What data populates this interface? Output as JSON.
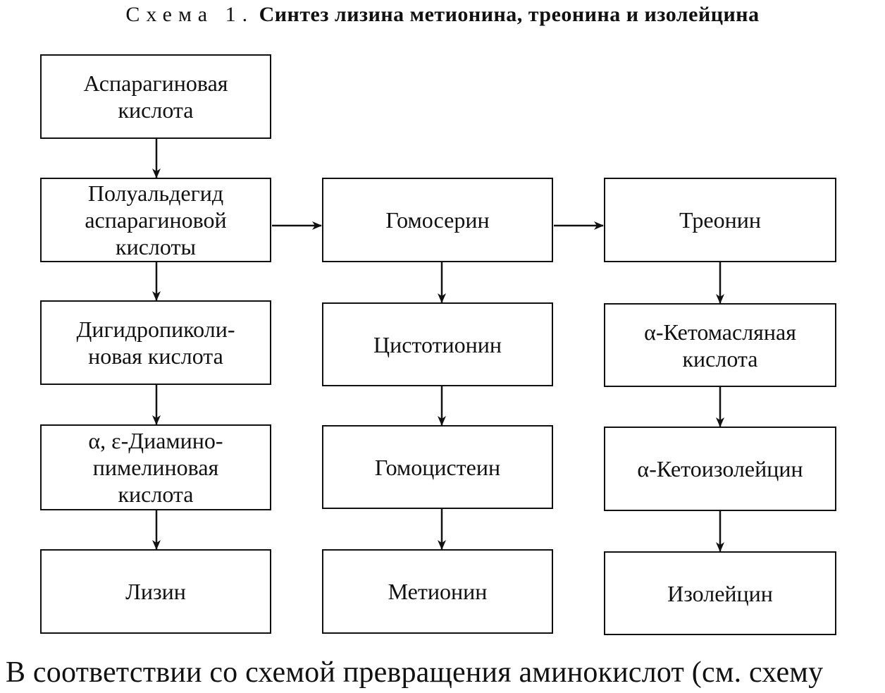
{
  "title": {
    "label": "Схема 1.",
    "name": "Синтез лизина метионина, треонина и изолейцина"
  },
  "boxes": {
    "aspartic": "Аспарагиновая\nкислота",
    "semialdehyde": "Полуальдегид\nаспарагиновой\nкислоты",
    "dihydropicolinic": "Дигидропиколи-\nновая кислота",
    "diaminopimelic": "α, ε-Диамино-\nпимелиновая\nкислота",
    "lysine": "Лизин",
    "homoserine": "Гомосерин",
    "cystathionine": "Цистотионин",
    "homocysteine": "Гомоцистеин",
    "methionine": "Метионин",
    "threonine": "Треонин",
    "ketobutyric": "α-Кетомасляная\nкислота",
    "ketoisoleucine": "α-Кетоизолейцин",
    "isoleucine": "Изолейцин"
  },
  "footer": {
    "text": "В соответствии со схемой превращения аминокислот (см. схему"
  }
}
